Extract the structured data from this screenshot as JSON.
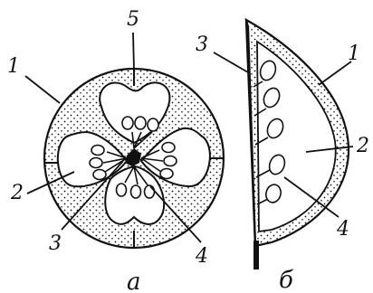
{
  "figure_a": {
    "caption": "а",
    "labels": {
      "pericarp": "1",
      "locule": "2",
      "placenta": "3",
      "seed": "4",
      "suture": "5"
    }
  },
  "figure_b": {
    "caption": "б",
    "labels": {
      "pericarp": "1",
      "cavity": "2",
      "suture": "3",
      "seed": "4"
    }
  },
  "colors": {
    "ink": "#111111",
    "paper": "#ffffff"
  }
}
